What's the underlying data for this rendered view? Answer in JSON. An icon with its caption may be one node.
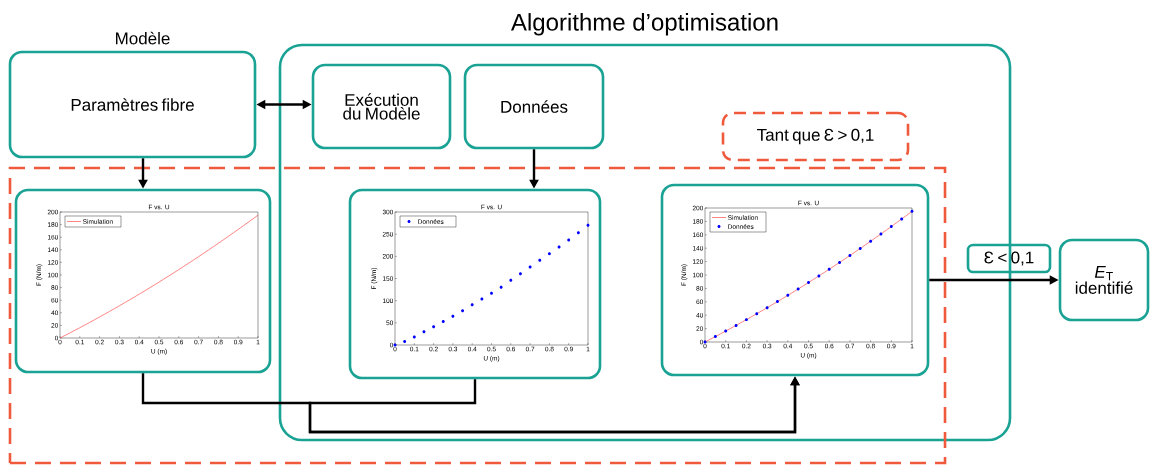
{
  "diagram": {
    "nodes": [
      {
        "text": [
          "Modèle",
          "Paramètres fibre"
        ]
      },
      {
        "text": [
          "Algorithme d’optimisation"
        ]
      },
      {
        "text": [
          "Exécution du Modèle"
        ],
        "in": 1
      },
      {
        "text": [
          "Données"
        ],
        "in": 1
      },
      {
        "text": [],
        "shape": "box"
      },
      {
        "text": [
          "Tant que Ɛ > 0,1"
        ],
        "in": 1
      },
      {
        "text": [
          "F vs. U",
          "Simulation",
          "200",
          "180",
          "160",
          "140",
          "120",
          "100",
          "80",
          "60",
          "40",
          "20",
          "0",
          "F (N/m)",
          "0",
          "0.1",
          "0.2",
          "0.3",
          "0.4",
          "0.5",
          "0.6",
          "0.7",
          "0.8",
          "0.9",
          "1",
          "U (m)"
        ],
        "in": 4
      },
      {
        "text": [
          "F vs. U",
          "Données",
          "300",
          "250",
          "200",
          "150",
          "100",
          "50",
          "0",
          "F (N/m)",
          "0",
          "0.1",
          "0.2",
          "0.3",
          "0.4",
          "0.5",
          "0.6",
          "0.7",
          "0.8",
          "0.9",
          "1",
          "U (m)"
        ]
      },
      {
        "text": [
          "F vs. U",
          "Simulation",
          "Données",
          "200",
          "180",
          "160",
          "140",
          "120",
          "100",
          "80",
          "60",
          "40",
          "20",
          "0",
          "F (N/m)",
          "0",
          "0.1",
          "0.2",
          "0.3",
          "0.4",
          "0.5",
          "0.6",
          "0.7",
          "0.8",
          "0.9",
          "1",
          "U (m)"
        ]
      },
      {
        "text": [
          "Ɛ < 0,1"
        ]
      },
      {
        "text": [
          "*E*$_{T}$",
          "identifié"
        ]
      }
    ],
    "edges": [
      {
        "from": 0,
        "to": 2,
        "arrow": "both"
      },
      {
        "from": 0,
        "to": 6,
        "arrow": "to"
      },
      {
        "from": 3,
        "to": 7,
        "arrow": "to"
      },
      {
        "from": 6,
        "to": 8,
        "arrow": "to"
      },
      {
        "from": 7,
        "to": 8,
        "arrow": "to"
      },
      {
        "from": 8,
        "to": 10,
        "arrow": "to"
      }
    ]
  }
}
